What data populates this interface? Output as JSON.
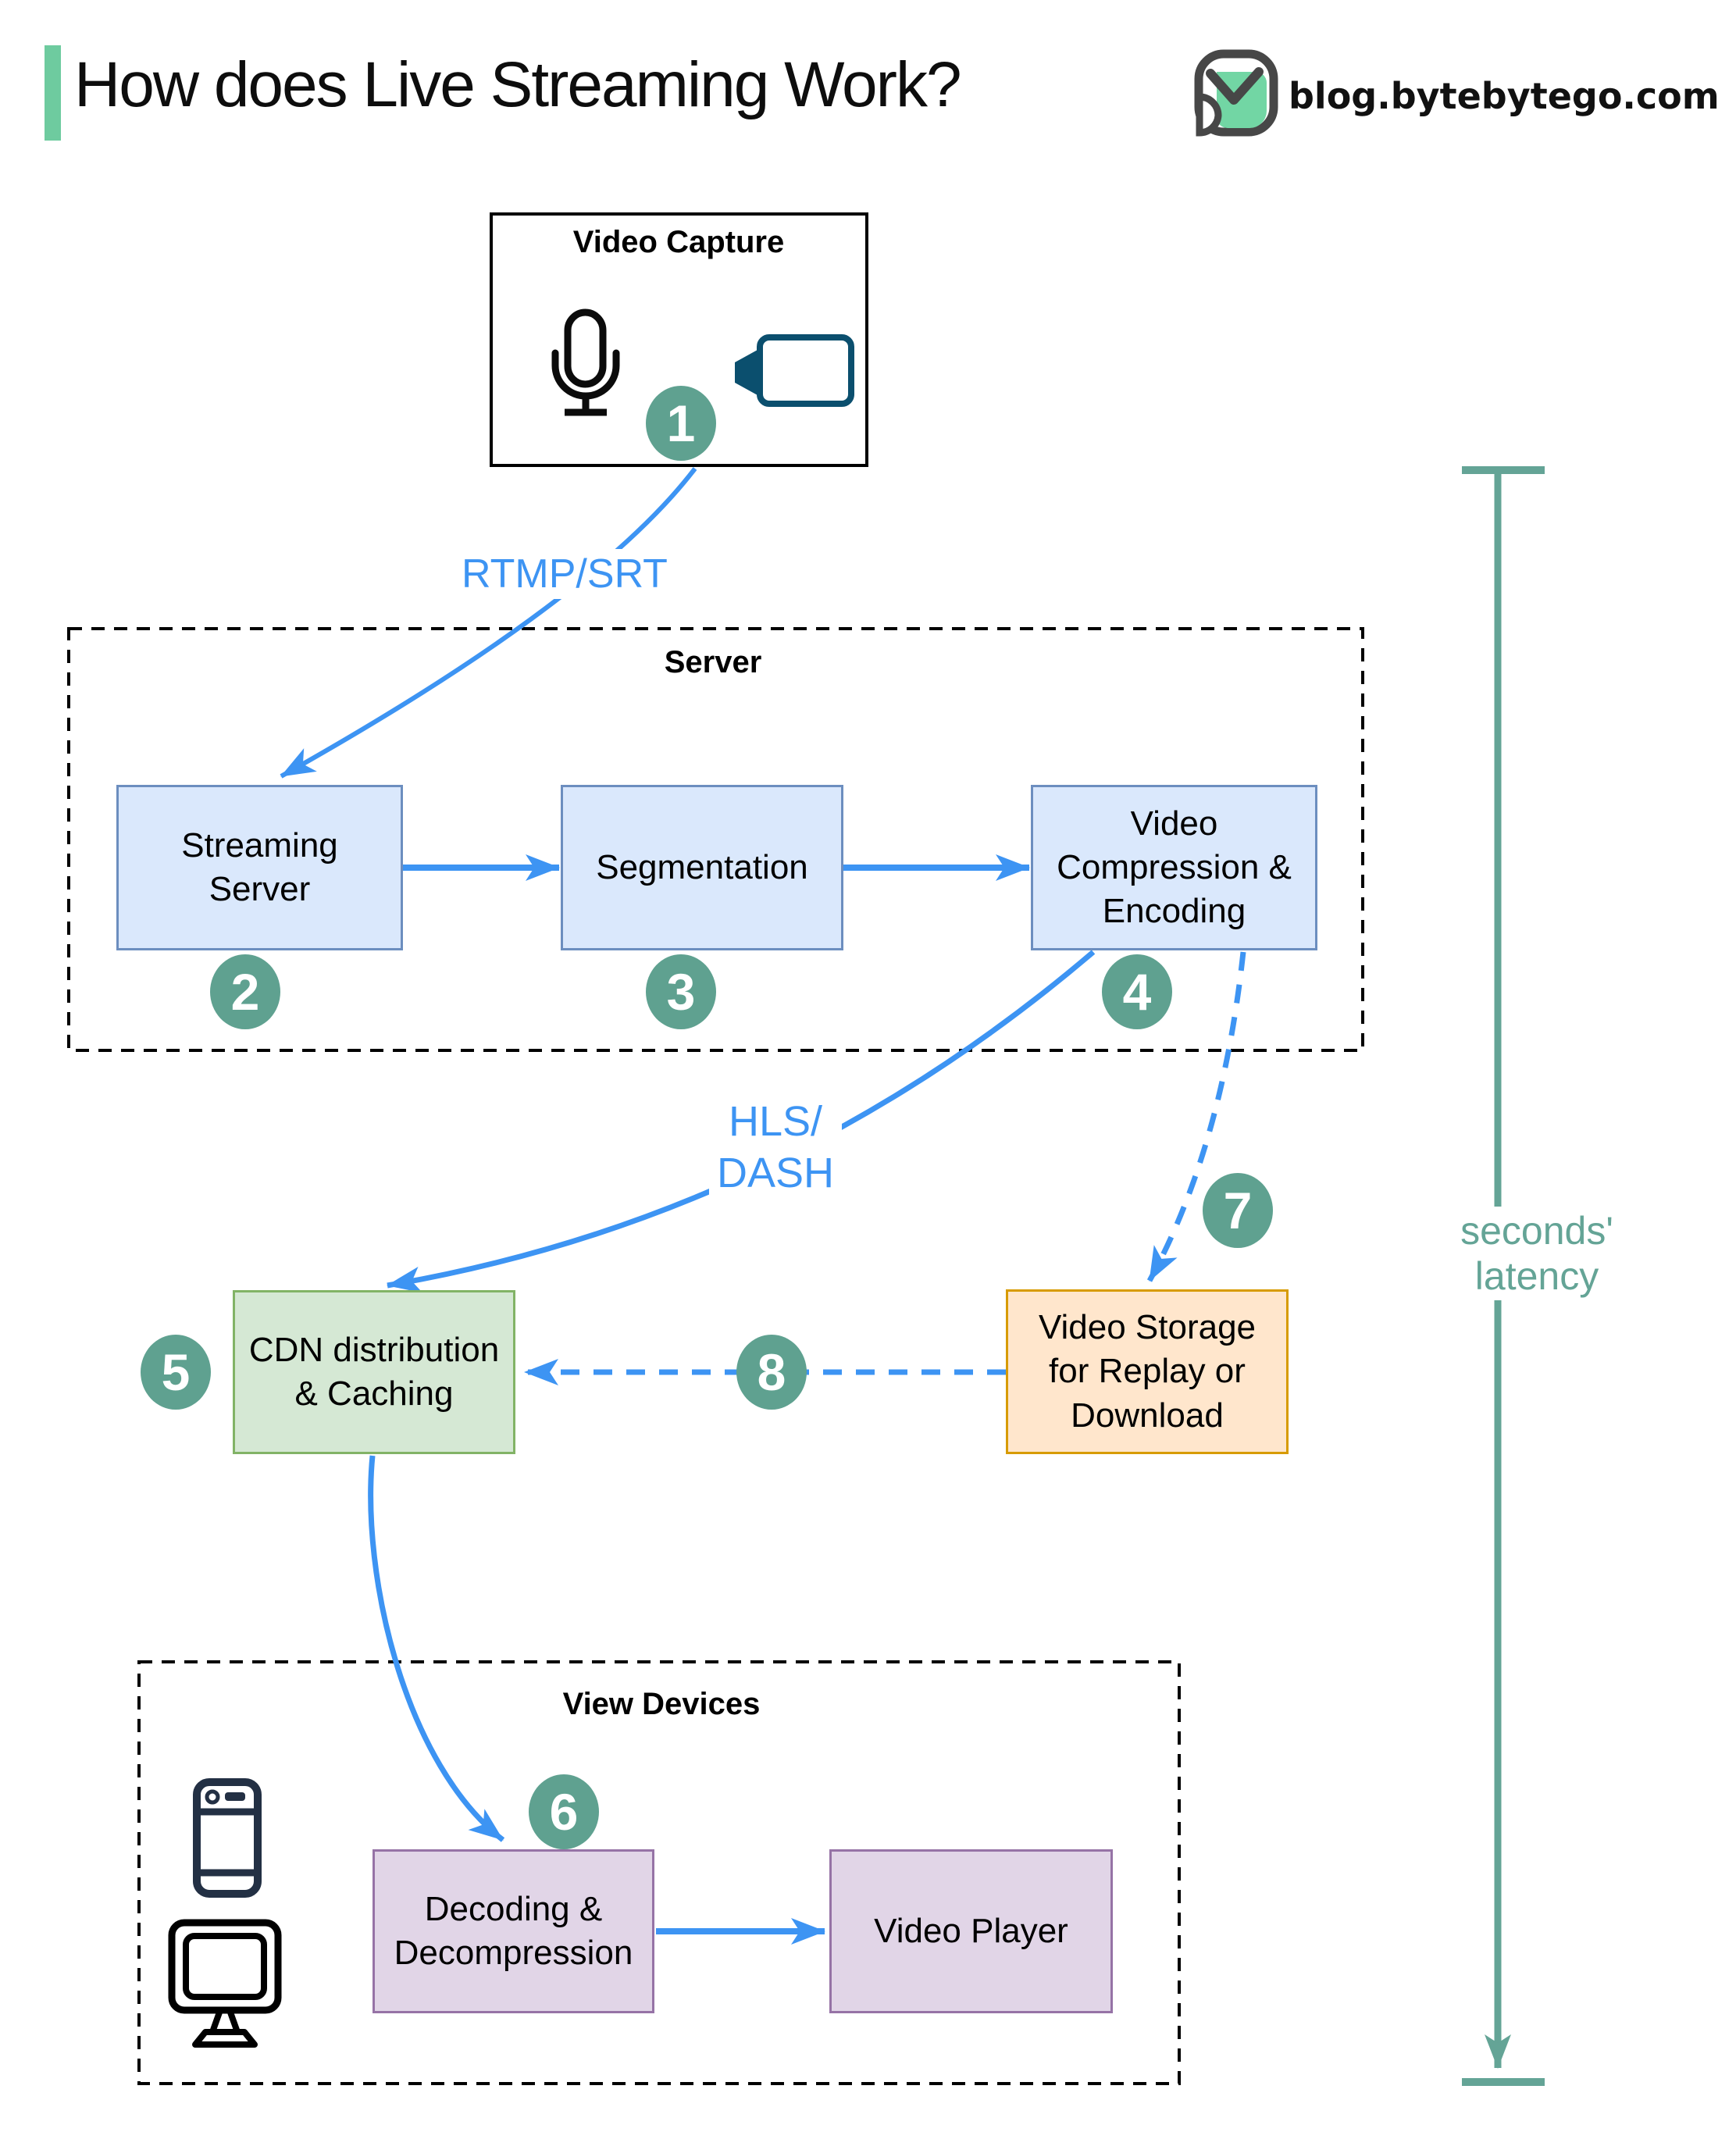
{
  "header": {
    "title": "How does Live Streaming Work?",
    "site": "blog.bytebytego.com"
  },
  "groups": {
    "capture": {
      "title": "Video Capture"
    },
    "server": {
      "title": "Server"
    },
    "devices": {
      "title": "View Devices"
    }
  },
  "nodes": {
    "streaming": {
      "label": "Streaming\nServer"
    },
    "segmentation": {
      "label": "Segmentation"
    },
    "compression": {
      "label": "Video\nCompression &\nEncoding"
    },
    "cdn": {
      "label": "CDN distribution\n& Caching"
    },
    "storage": {
      "label": "Video Storage\nfor Replay or\nDownload"
    },
    "decoding": {
      "label": "Decoding &\nDecompression"
    },
    "player": {
      "label": "Video Player"
    }
  },
  "edges": {
    "rtmp_label": "RTMP/SRT",
    "hls_label": "HLS/\nDASH",
    "latency_label": "seconds' latency"
  },
  "badges": {
    "1": "1",
    "2": "2",
    "3": "3",
    "4": "4",
    "5": "5",
    "6": "6",
    "7": "7",
    "8": "8"
  },
  "colors": {
    "accent_green": "#6ecb9f",
    "edge_blue": "#3d94f3",
    "badge_teal": "#5fa190",
    "latency_teal": "#64a496",
    "node_blue_fill": "#dae8fc",
    "node_blue_border": "#6c8ebf",
    "node_green_fill": "#d5e8d4",
    "node_green_border": "#82b366",
    "node_orange_fill": "#ffe6cc",
    "node_orange_border": "#d79b00",
    "node_purple_fill": "#e1d5e7",
    "node_purple_border": "#9673a6",
    "camera_icon": "#0b4f6e",
    "phone_icon": "#233044"
  }
}
